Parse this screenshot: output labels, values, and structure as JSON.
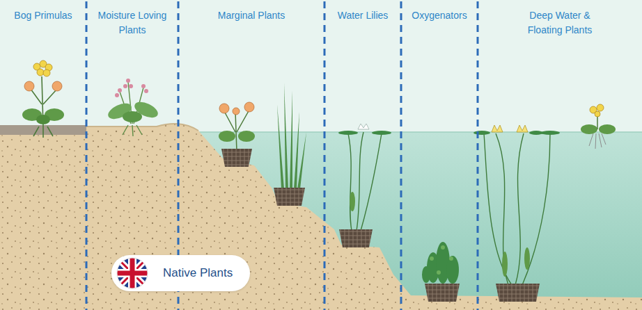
{
  "diagram": {
    "nodes": [
      {
        "text": [
          "Native Plants"
        ]
      }
    ],
    "labels": [
      "Bog Primulas",
      "Moisture Loving Plants",
      "Marginal Plants",
      "Water Lilies",
      "Oxygenators",
      "Deep Water & Floating Plants"
    ]
  }
}
